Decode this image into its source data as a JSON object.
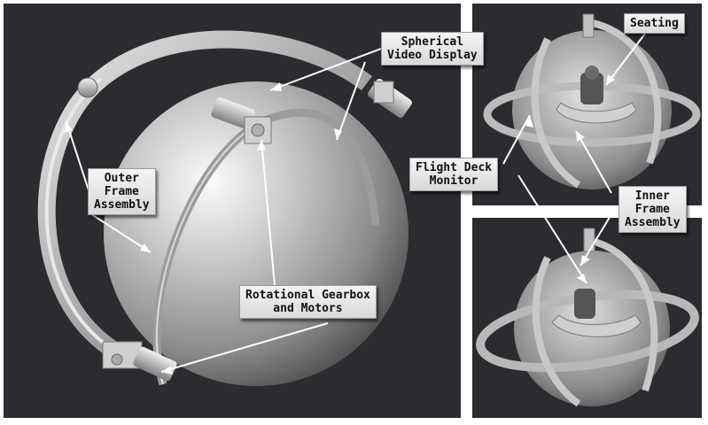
{
  "labels": {
    "spherical_display": "Spherical\nVideo Display",
    "outer_frame": "Outer\nFrame\nAssembly",
    "gearbox": "Rotational Gearbox\nand Motors",
    "seating": "Seating",
    "flight_deck": "Flight Deck\nMonitor",
    "inner_frame": "Inner\nFrame\nAssembly"
  },
  "colors": {
    "panel_background": "#2b2c30",
    "sphere_highlight": "#f2f2f2",
    "sphere_shadow": "#4a4a4a",
    "callout_fill": "#e8e8e8",
    "leader_line": "#ffffff"
  }
}
